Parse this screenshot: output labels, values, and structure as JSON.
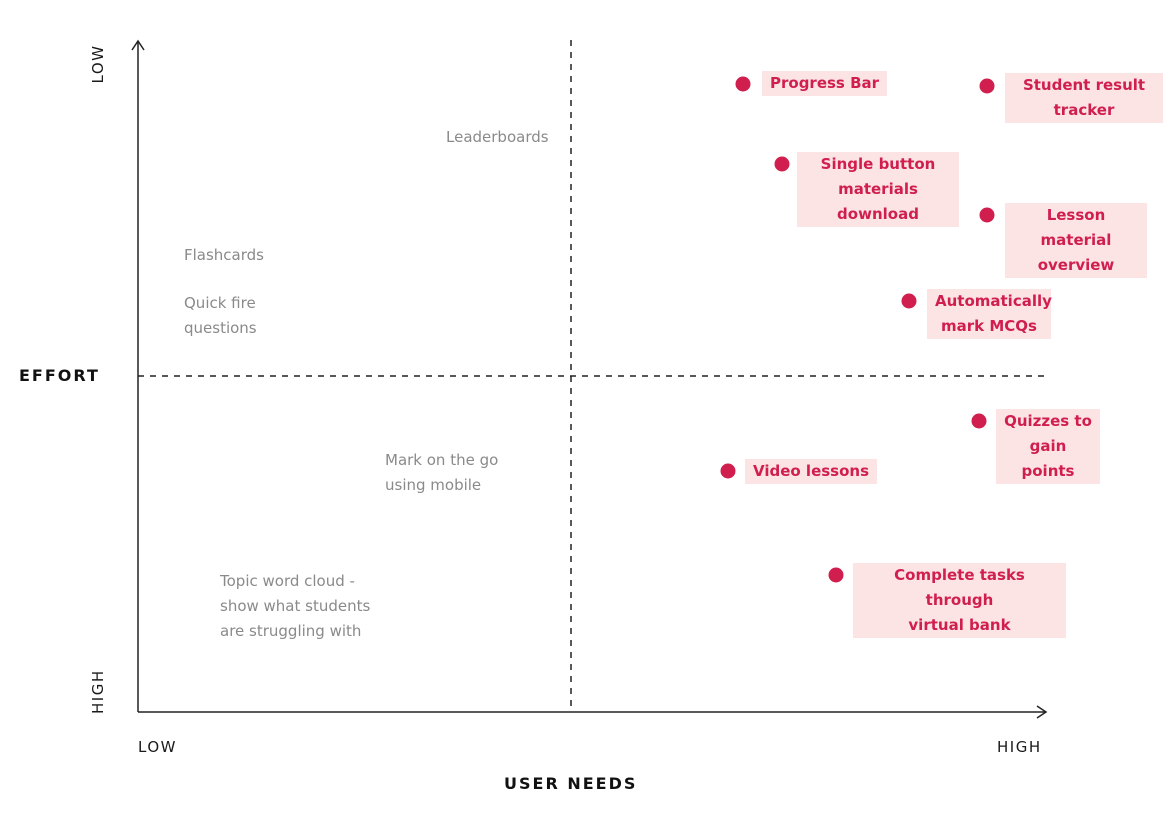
{
  "colors": {
    "accent": "#d01f4f",
    "pill_bg": "#fce4e4",
    "muted": "#8a8a8a"
  },
  "axes": {
    "x_title": "USER NEEDS",
    "y_title": "EFFORT",
    "x_low": "LOW",
    "x_high": "HIGH",
    "y_low": "LOW",
    "y_high": "HIGH"
  },
  "grey_items": [
    {
      "text": "Leaderboards"
    },
    {
      "text": "Flashcards"
    },
    {
      "text": "Quick fire\nquestions"
    },
    {
      "text": "Mark on the go\nusing mobile"
    },
    {
      "text": "Topic word cloud -\nshow what students\nare struggling with"
    }
  ],
  "highlighted_items": [
    {
      "text": "Progress Bar"
    },
    {
      "text": "Student result\ntracker"
    },
    {
      "text": "Single button\nmaterials download"
    },
    {
      "text": "Lesson material\noverview"
    },
    {
      "text": "Automatically\nmark MCQs"
    },
    {
      "text": "Quizzes to\ngain points"
    },
    {
      "text": "Video lessons"
    },
    {
      "text": "Complete tasks through\nvirtual bank"
    }
  ]
}
